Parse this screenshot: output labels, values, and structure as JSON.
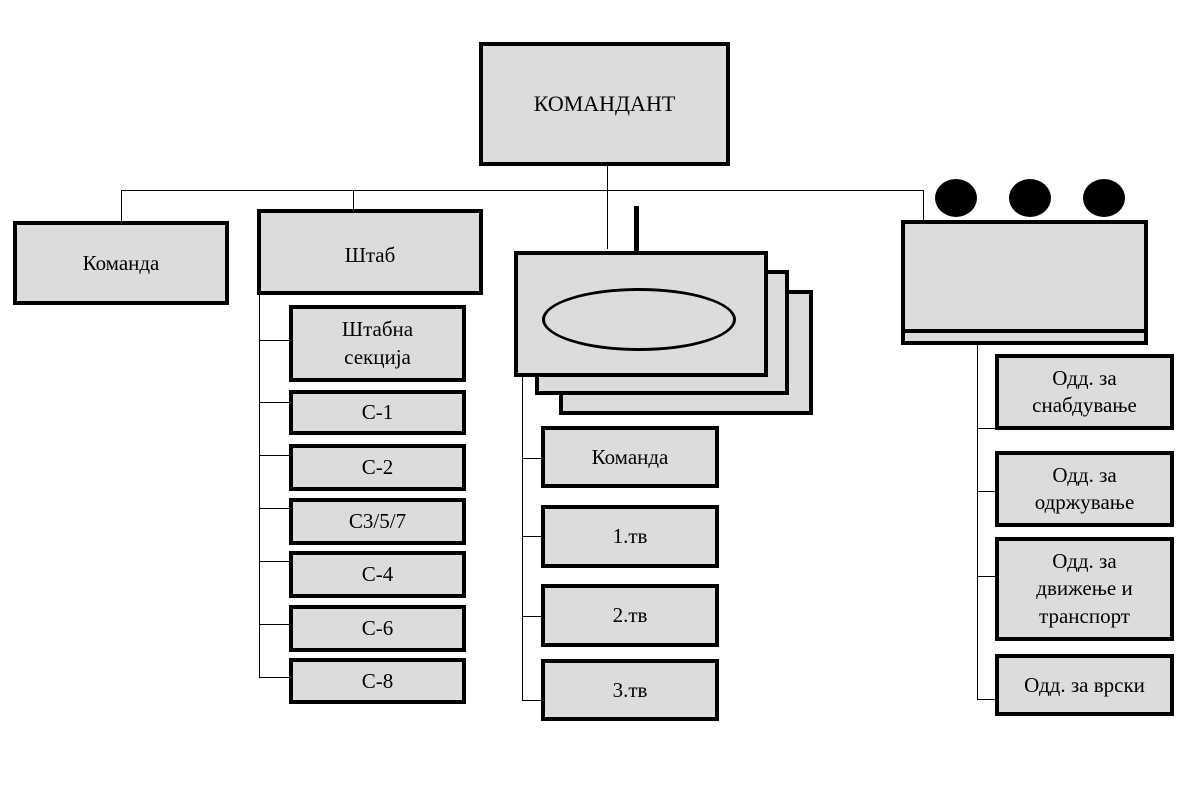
{
  "root": {
    "label": "КОМАНДАНТ"
  },
  "branches": {
    "komanda": {
      "label": "Команда"
    },
    "shtab": {
      "label": "Штаб",
      "children": [
        "Штабна\nсекција",
        "С-1",
        "С-2",
        "С3/5/7",
        "С-4",
        "С-6",
        "С-8"
      ]
    },
    "battalion": {
      "children": [
        "Команда",
        "1.тв",
        "2.тв",
        "3.тв"
      ]
    },
    "logistics": {
      "children": [
        "Одд. за\nснабдување",
        "Одд. за\nодржување",
        "Одд. за\nдвижење и\nтранспорт",
        "Одд. за врски"
      ]
    }
  }
}
